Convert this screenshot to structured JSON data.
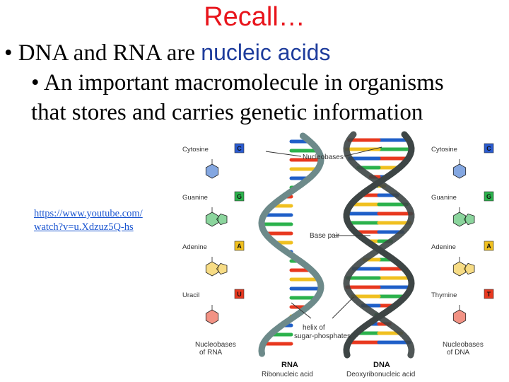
{
  "slide": {
    "title": "Recall…",
    "bullet1_prefix": "• DNA and RNA are ",
    "bullet1_highlight": "nucleic acids",
    "bullet2": "• An important macromolecule in organisms that stores and carries genetic information",
    "link": "https://www.youtube.com/watch?v=u.Xdzuz5Q-hs"
  },
  "figure": {
    "nucleobases_label": "Nucleobases",
    "base_pair_label": "Base pair",
    "helix_label_1": "helix of",
    "helix_label_2": "sugar-phosphates",
    "rna_caption_1": "Nucleobases",
    "rna_caption_2": "of RNA",
    "dna_caption_1": "Nucleobases",
    "dna_caption_2": "of DNA",
    "rna_title": "RNA",
    "rna_subtitle": "Ribonucleic acid",
    "dna_title": "DNA",
    "dna_subtitle": "Deoxyribonucleic acid",
    "left_bases": [
      {
        "name": "Cytosine",
        "letter": "C"
      },
      {
        "name": "Guanine",
        "letter": "G"
      },
      {
        "name": "Adenine",
        "letter": "A"
      },
      {
        "name": "Uracil",
        "letter": "U"
      }
    ],
    "right_bases": [
      {
        "name": "Cytosine",
        "letter": "C"
      },
      {
        "name": "Guanine",
        "letter": "G"
      },
      {
        "name": "Adenine",
        "letter": "A"
      },
      {
        "name": "Thymine",
        "letter": "T"
      }
    ],
    "colors": {
      "cytosine": "#1f5fc8",
      "guanine": "#2bb24c",
      "adenine": "#f0c020",
      "uracil": "#e8381f",
      "thymine": "#e8381f",
      "rna_backbone": "#6d8a8a",
      "dna_backbone": "#3d4545"
    }
  }
}
